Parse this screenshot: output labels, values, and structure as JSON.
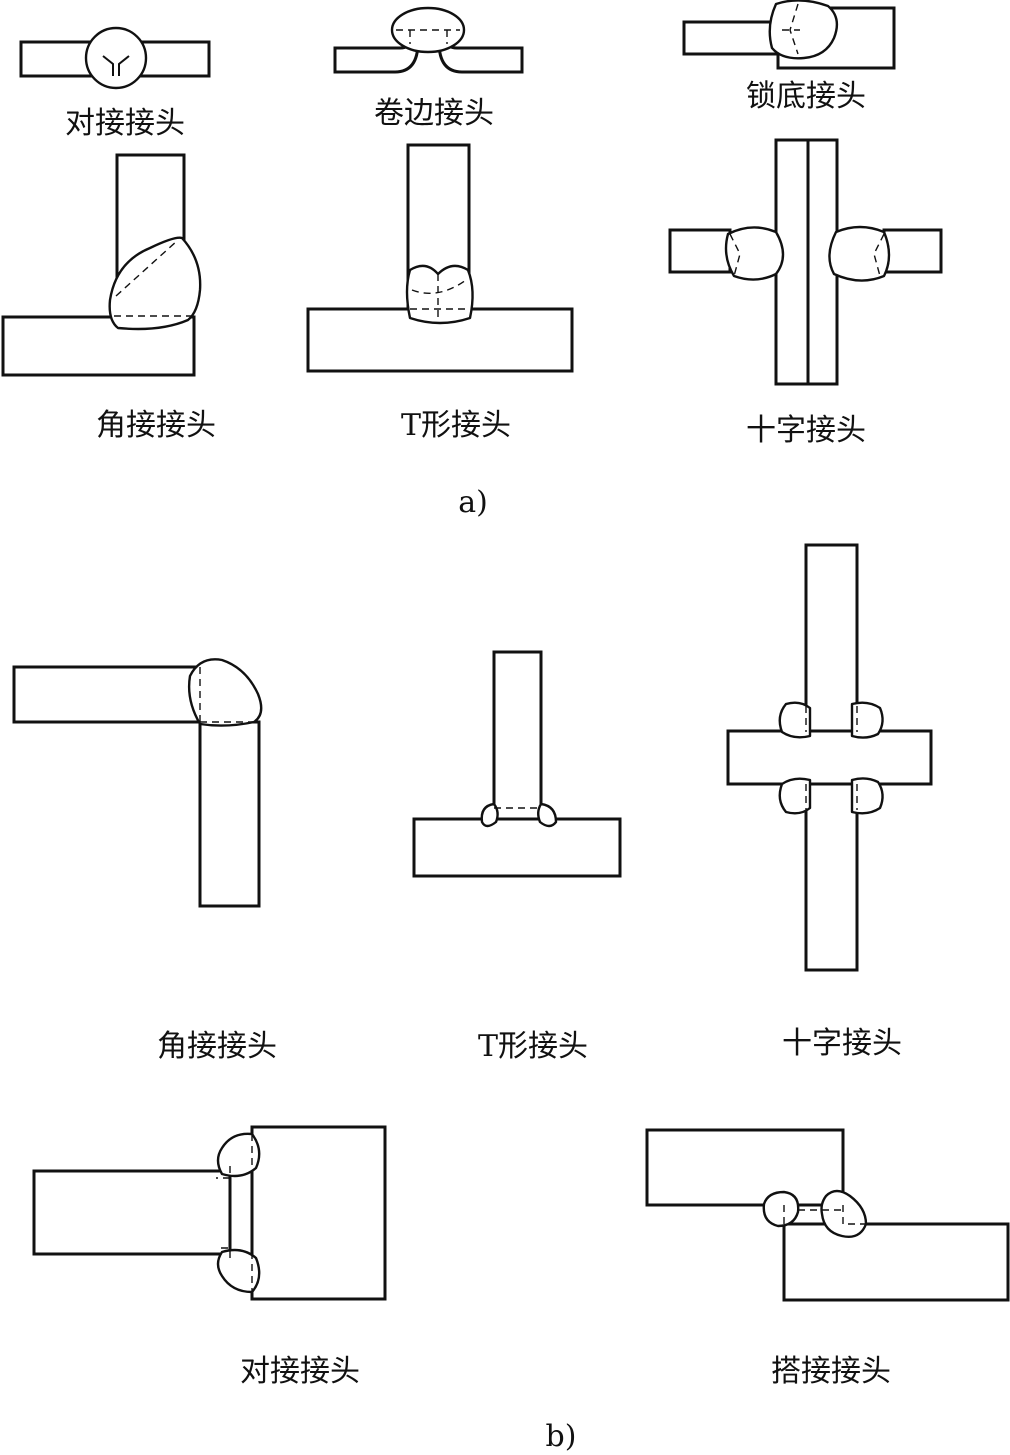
{
  "part_a": {
    "label": "a)",
    "joints": [
      {
        "id": "butt-joint",
        "label": "对接接头"
      },
      {
        "id": "flange-joint",
        "label": "卷边接头"
      },
      {
        "id": "locked-joint",
        "label": "锁底接头"
      },
      {
        "id": "corner-joint",
        "label": "角接接头"
      },
      {
        "id": "t-joint",
        "label": "T形接头"
      },
      {
        "id": "cross-joint",
        "label": "十字接头"
      }
    ]
  },
  "part_b": {
    "label": "b)",
    "joints": [
      {
        "id": "corner-joint",
        "label": "角接接头"
      },
      {
        "id": "t-joint",
        "label": "T形接头"
      },
      {
        "id": "cross-joint",
        "label": "十字接头"
      },
      {
        "id": "butt-joint",
        "label": "对接接头"
      },
      {
        "id": "lap-joint",
        "label": "搭接接头"
      }
    ]
  }
}
